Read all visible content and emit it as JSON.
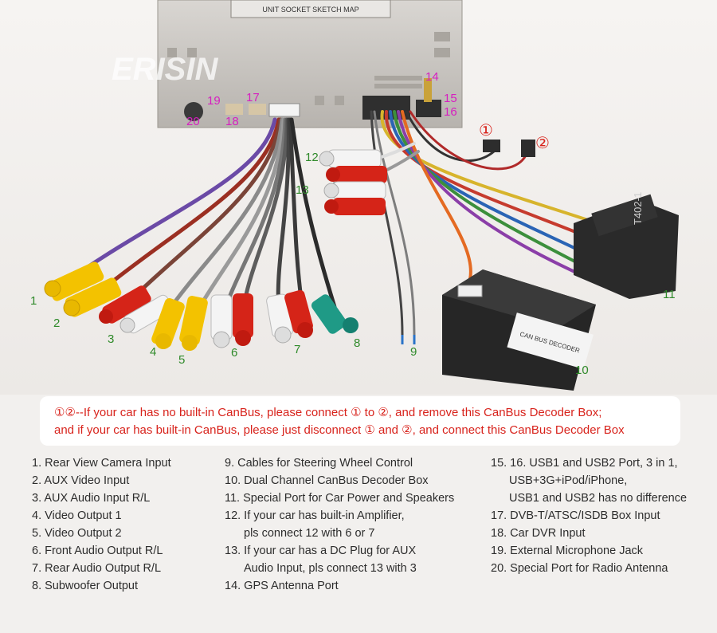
{
  "photo": {
    "watermark": "ERISIN",
    "unit_label": "UNIT SOCKET SKETCH MAP",
    "decoder_box_label": "CAN BUS DECODER",
    "connector_label": "T402-1",
    "callout_numbers": [
      "1",
      "2",
      "3",
      "4",
      "5",
      "6",
      "7",
      "8",
      "9",
      "10",
      "11",
      "12",
      "13",
      "14",
      "15",
      "16",
      "17",
      "18",
      "19",
      "20"
    ],
    "circled_marks": [
      "①",
      "②"
    ],
    "colors": {
      "number_green": "#2f8a2a",
      "number_magenta": "#d61fc0",
      "note_red": "#d8231c"
    }
  },
  "note": {
    "line1": "①②--If your car has no built-in CanBus, please connect ① to ②, and remove this CanBus Decoder Box;",
    "line2": "and if your car has built-in CanBus, please just disconnect ① and ②, and connect this CanBus Decoder Box"
  },
  "legend": {
    "col1": [
      "1. Rear View Camera Input",
      "2. AUX Video Input",
      "3. AUX Audio Input R/L",
      "4. Video Output 1",
      "5. Video Output 2",
      "6. Front Audio Output R/L",
      "7. Rear Audio Output R/L",
      "8. Subwoofer Output"
    ],
    "col2": [
      "9. Cables for Steering Wheel Control",
      "10. Dual Channel CanBus Decoder Box",
      "11. Special Port for Car Power and Speakers",
      "12. If your car has built-in Amplifier,",
      "pls connect 12 with 6 or 7",
      "13. If your car has a DC Plug for AUX",
      "Audio Input, pls connect 13 with 3",
      "14. GPS Antenna Port"
    ],
    "col3": [
      "15. 16.  USB1 and USB2 Port, 3 in 1,",
      "USB+3G+iPod/iPhone,",
      "USB1 and USB2 has no difference",
      "17. DVB-T/ATSC/ISDB Box Input",
      "18. Car DVR Input",
      "19. External Microphone Jack",
      "20. Special Port for Radio Antenna"
    ]
  }
}
